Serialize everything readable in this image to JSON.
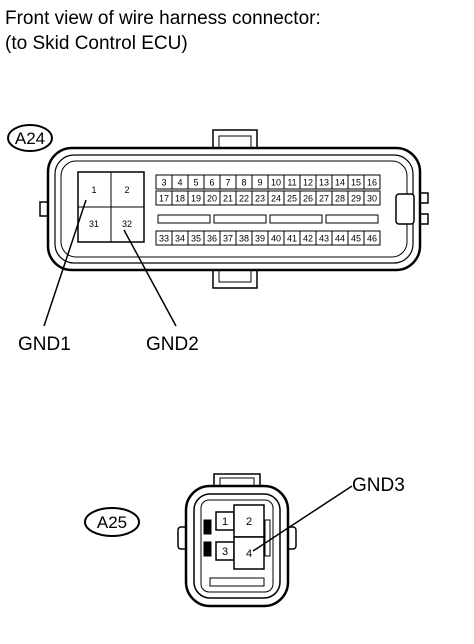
{
  "title": {
    "line1": "Front view of wire harness connector:",
    "line2": "(to Skid Control ECU)"
  },
  "connector_a24": {
    "tag": "A24",
    "big_pins": [
      "1",
      "2",
      "31",
      "32"
    ],
    "pins_row1": [
      "3",
      "4",
      "5",
      "6",
      "7",
      "8",
      "9",
      "10",
      "11",
      "12",
      "13",
      "14",
      "15",
      "16"
    ],
    "pins_row2": [
      "17",
      "18",
      "19",
      "20",
      "21",
      "22",
      "23",
      "24",
      "25",
      "26",
      "27",
      "28",
      "29",
      "30"
    ],
    "pins_row3": [
      "33",
      "34",
      "35",
      "36",
      "37",
      "38",
      "39",
      "40",
      "41",
      "42",
      "43",
      "44",
      "45",
      "46"
    ],
    "label_gnd1": "GND1",
    "label_gnd2": "GND2"
  },
  "connector_a25": {
    "tag": "A25",
    "pins": [
      "1",
      "2",
      "3",
      "4"
    ],
    "label_gnd3": "GND3"
  }
}
